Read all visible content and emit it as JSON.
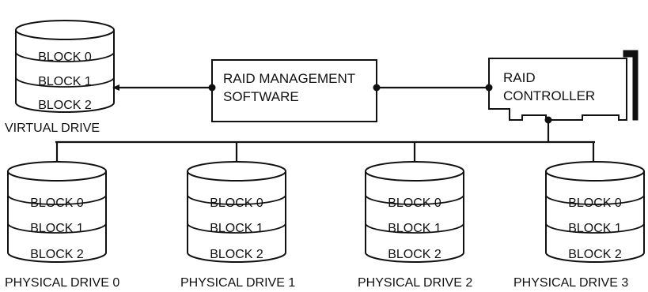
{
  "virtual_drive": {
    "caption": "VIRTUAL DRIVE",
    "blocks": [
      "BLOCK 0",
      "BLOCK 1",
      "BLOCK 2"
    ]
  },
  "software": {
    "line1": "RAID MANAGEMENT",
    "line2": "SOFTWARE"
  },
  "controller": {
    "line1": "RAID",
    "line2": "CONTROLLER"
  },
  "physical_drives": [
    {
      "caption": "PHYSICAL DRIVE 0",
      "blocks": [
        "BLOCK 0",
        "BLOCK 1",
        "BLOCK 2"
      ]
    },
    {
      "caption": "PHYSICAL DRIVE 1",
      "blocks": [
        "BLOCK 0",
        "BLOCK 1",
        "BLOCK 2"
      ]
    },
    {
      "caption": "PHYSICAL DRIVE 2",
      "blocks": [
        "BLOCK 0",
        "BLOCK 1",
        "BLOCK 2"
      ]
    },
    {
      "caption": "PHYSICAL DRIVE 3",
      "blocks": [
        "BLOCK 0",
        "BLOCK 1",
        "BLOCK 2"
      ]
    }
  ]
}
